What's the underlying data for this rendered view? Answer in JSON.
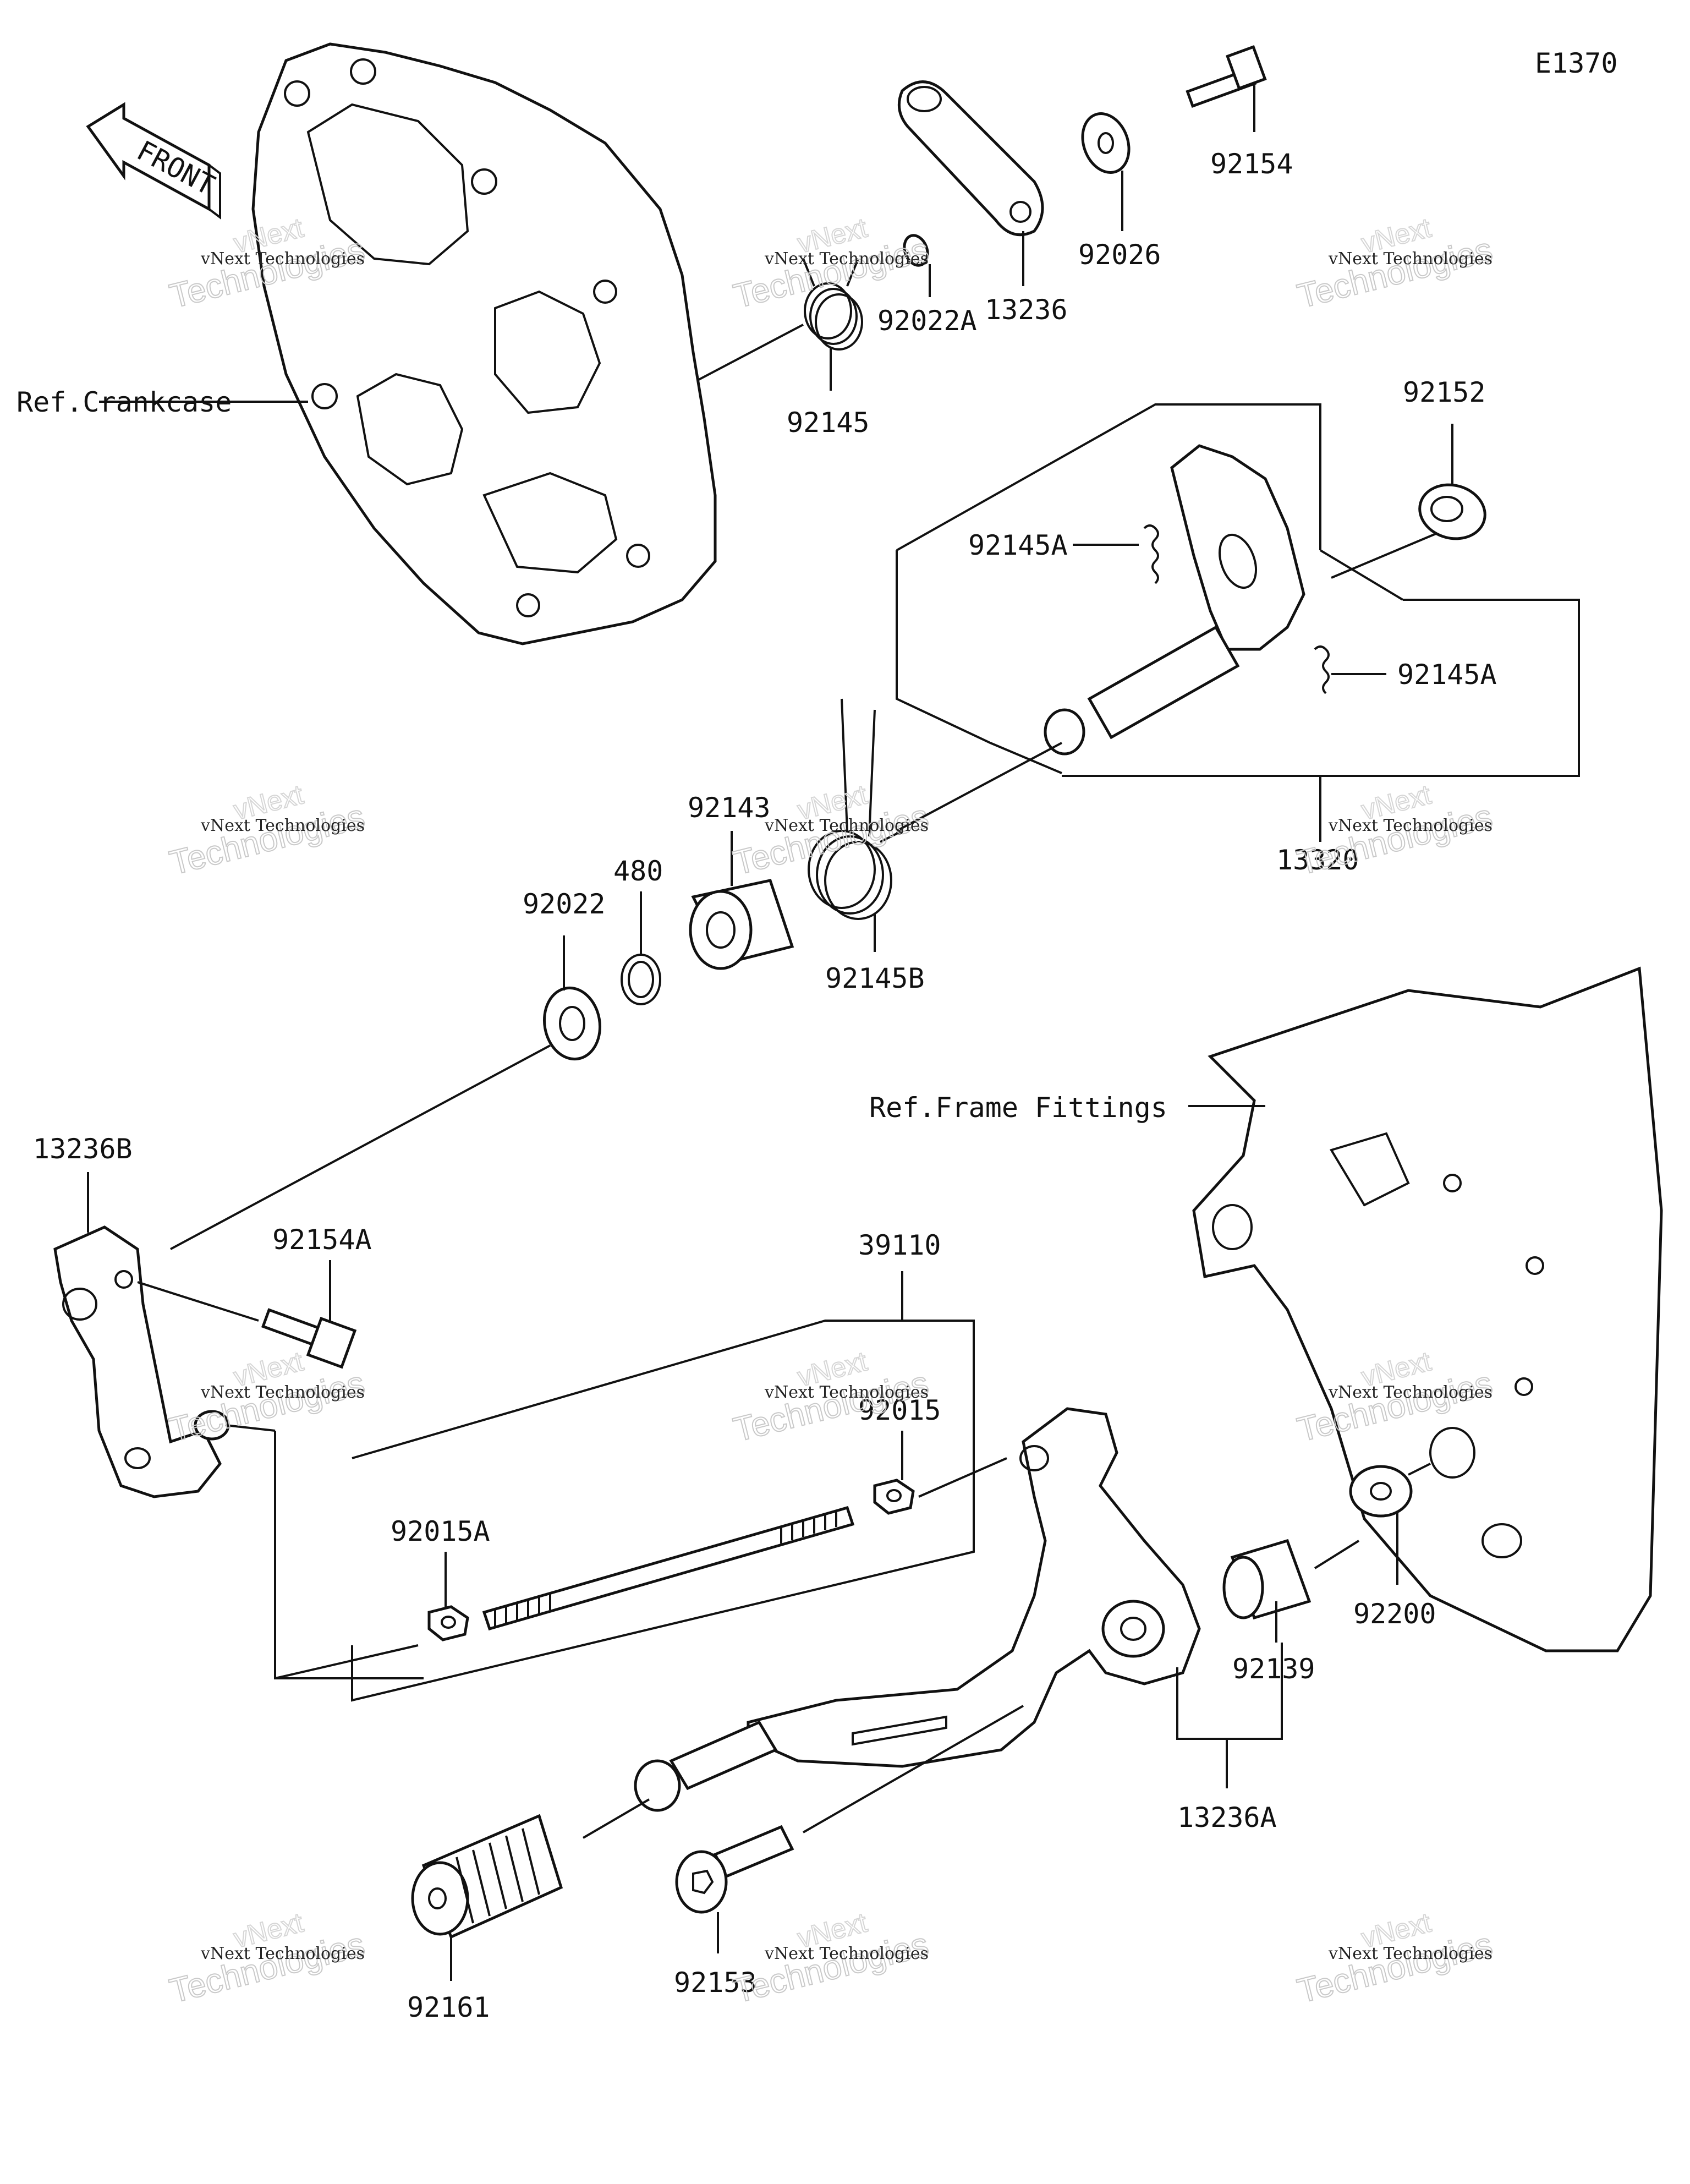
{
  "diagram_code": "E1370",
  "front_arrow_label": "FRONT",
  "references": {
    "crankcase": "Ref.Crankcase",
    "frame_fittings": "Ref.Frame Fittings"
  },
  "part_labels": {
    "p92154": "92154",
    "p92026": "92026",
    "p13236": "13236",
    "p92022A": "92022A",
    "p92145": "92145",
    "p92152": "92152",
    "p92145A_top": "92145A",
    "p92145A_right": "92145A",
    "p13320": "13320",
    "p92143": "92143",
    "p480": "480",
    "p92022": "92022",
    "p92145B": "92145B",
    "p13236B": "13236B",
    "p92154A": "92154A",
    "p39110": "39110",
    "p92015": "92015",
    "p92015A": "92015A",
    "p92200": "92200",
    "p92139": "92139",
    "p13236A": "13236A",
    "p92161": "92161",
    "p92153": "92153"
  },
  "watermark": {
    "company": "vNext Technologies",
    "brand": "vNext",
    "word": "Technologies"
  }
}
